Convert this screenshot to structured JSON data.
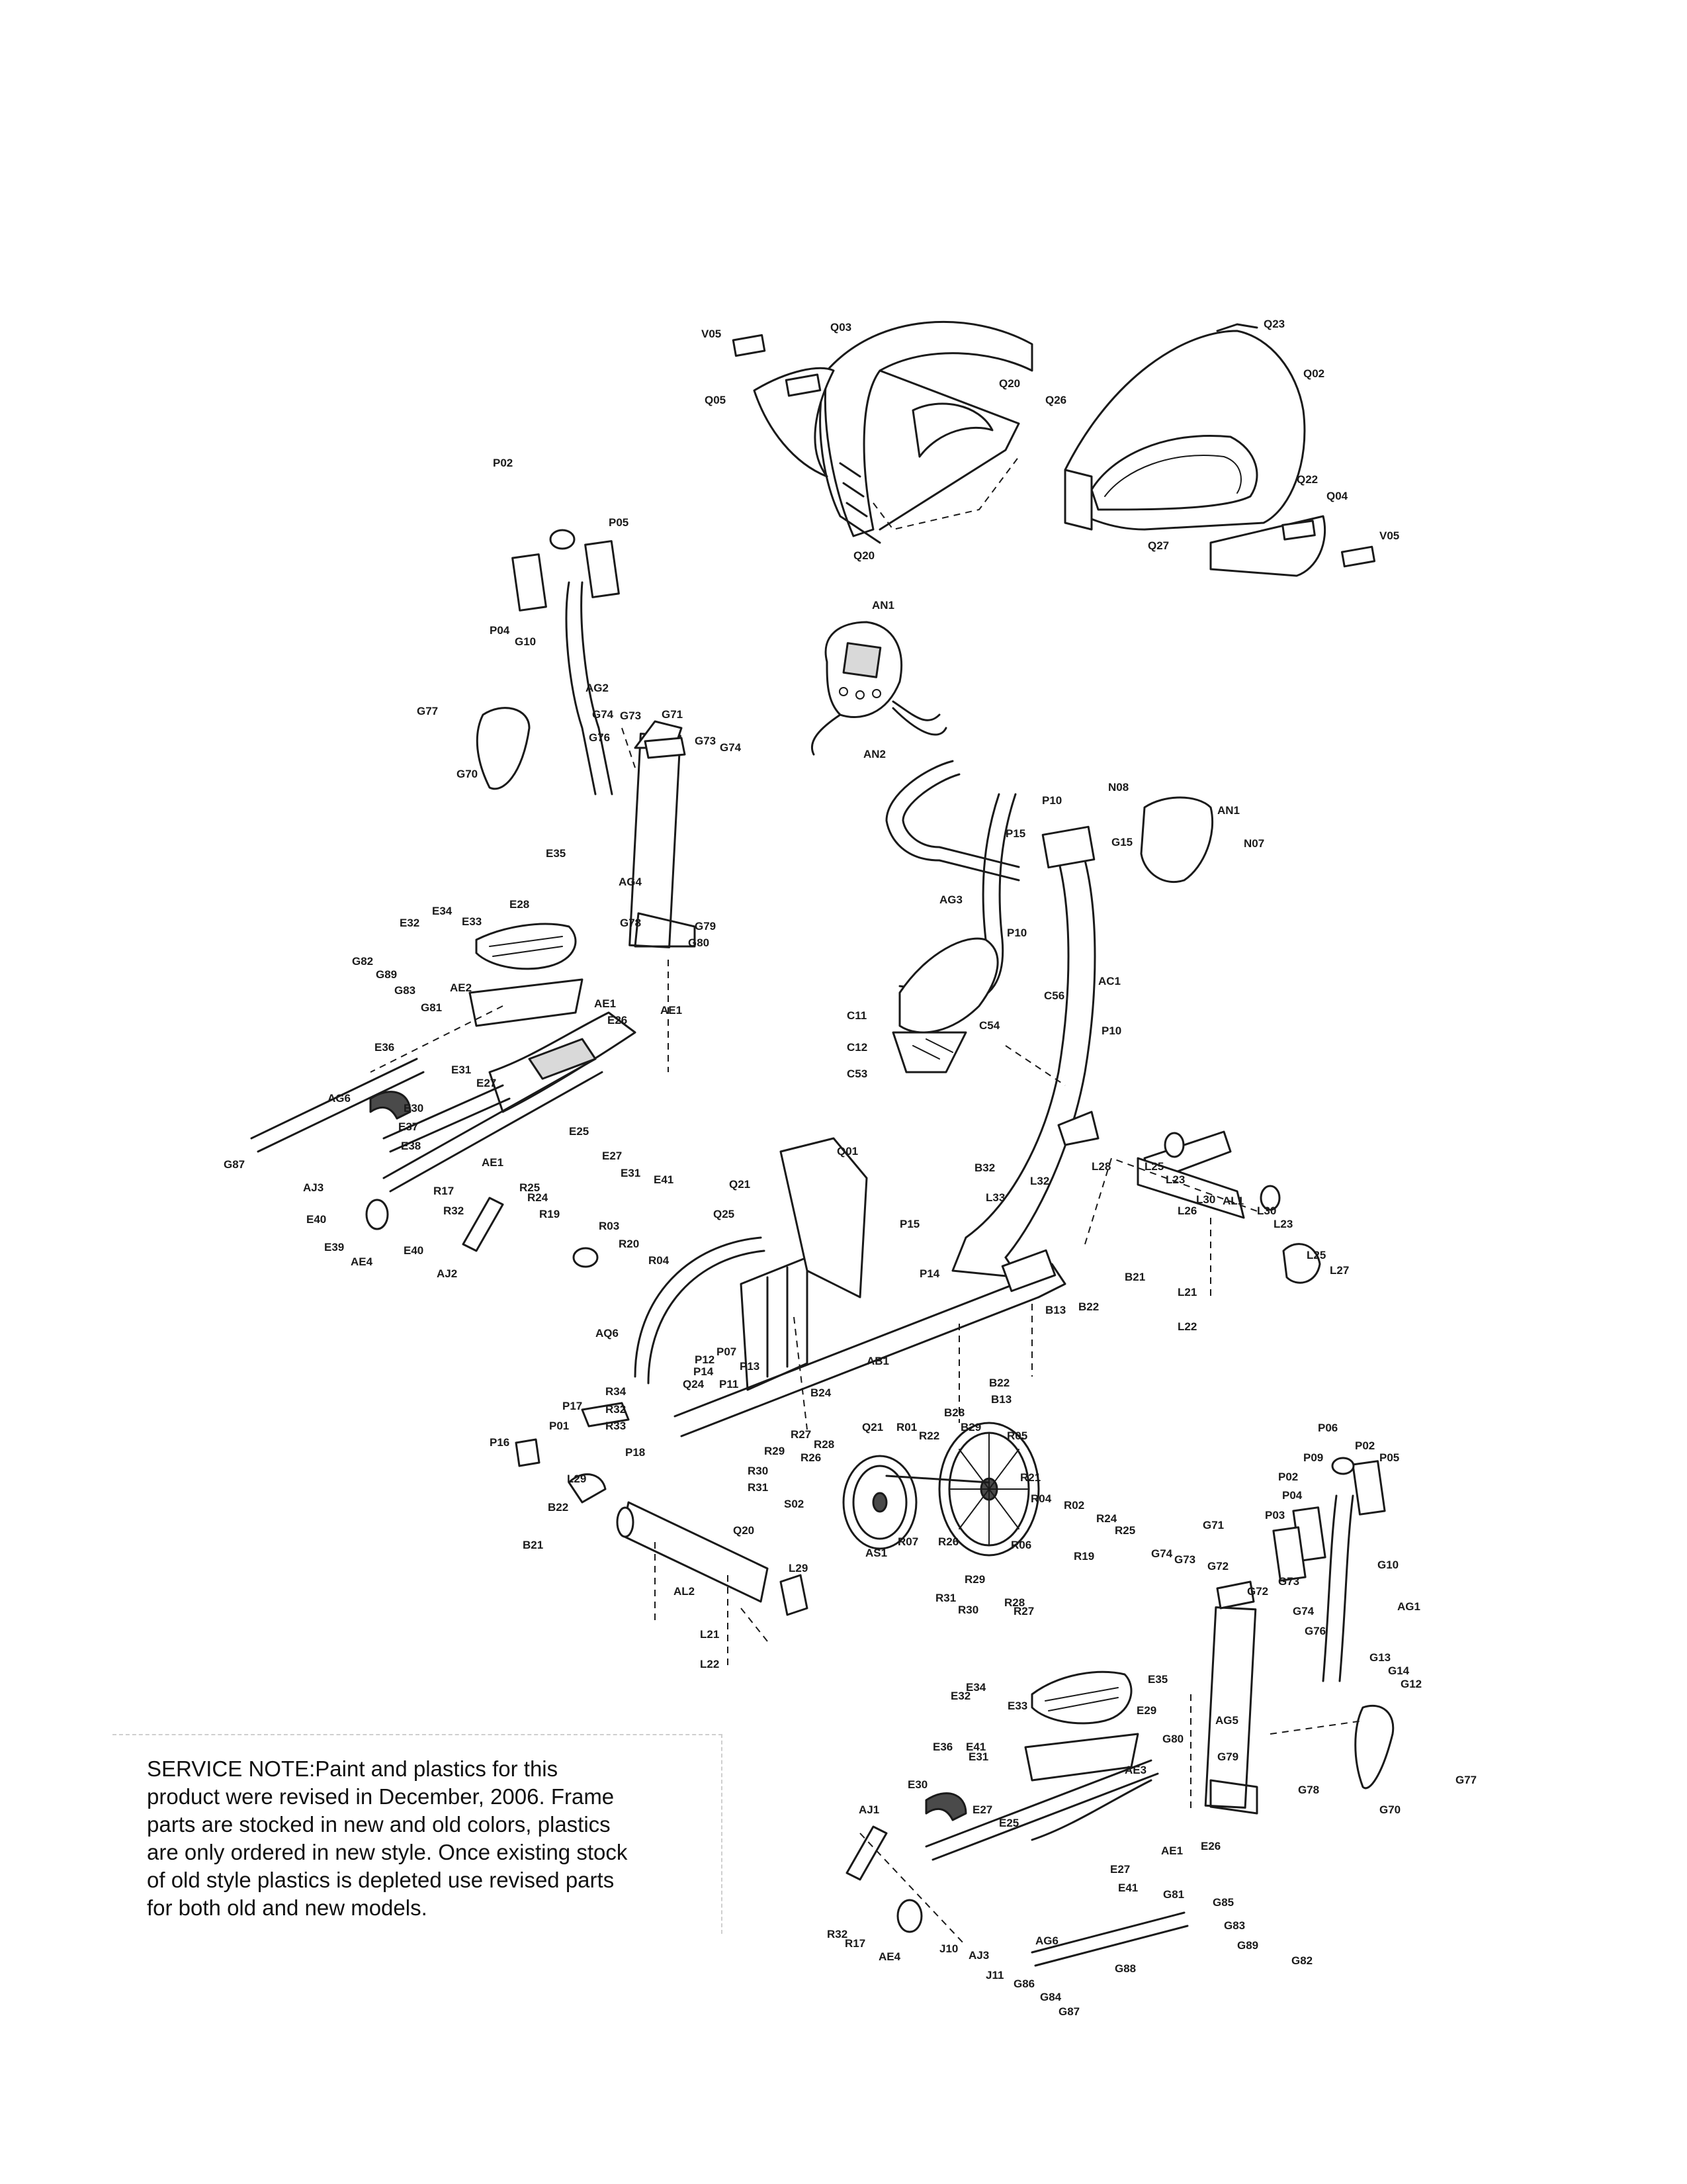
{
  "service_note": {
    "lines": [
      "SERVICE NOTE:Paint and plastics for this",
      "product were revised in December, 2006.  Frame",
      "parts are stocked in new and old colors, plastics",
      "are only ordered in new style.  Once existing stock",
      "of old style plastics is depleted use revised parts",
      "for both old and new models."
    ]
  },
  "part_labels": [
    "V05",
    "Q03",
    "Q05",
    "Q20",
    "Q20",
    "Q23",
    "Q02",
    "Q26",
    "Q22",
    "Q04",
    "V05",
    "Q27",
    "P02",
    "P05",
    "P04",
    "G10",
    "AN1",
    "AN2",
    "G77",
    "G70",
    "AG2",
    "G74",
    "G76",
    "G73",
    "G71",
    "G73",
    "G74",
    "AG4",
    "P10",
    "N08",
    "AN1",
    "N07",
    "P15",
    "G15",
    "AG3",
    "E35",
    "E34",
    "E33",
    "E28",
    "E32",
    "G78",
    "G79",
    "G80",
    "P10",
    "AC1",
    "C56",
    "C11",
    "C12",
    "C54",
    "C53",
    "P10",
    "G82",
    "G89",
    "G83",
    "G81",
    "AE2",
    "AE1",
    "E26",
    "AE1",
    "E36",
    "E31",
    "E27",
    "AG6",
    "E30",
    "E37",
    "E38",
    "G87",
    "E25",
    "E27",
    "E31",
    "E41",
    "AE1",
    "AJ3",
    "E40",
    "E39",
    "AE4",
    "E40",
    "AJ2",
    "R17",
    "R32",
    "R25",
    "R24",
    "R19",
    "R03",
    "R20",
    "R04",
    "Q01",
    "Q21",
    "Q25",
    "B32",
    "L33",
    "L32",
    "P15",
    "P14",
    "L28",
    "L25",
    "L23",
    "L30",
    "AL1",
    "L26",
    "L30",
    "L23",
    "L25",
    "L27",
    "B21",
    "B22",
    "B13",
    "L21",
    "L22",
    "AQ6",
    "P12",
    "P07",
    "P13",
    "P14",
    "Q24",
    "P11",
    "B24",
    "AB1",
    "R34",
    "R32",
    "R33",
    "P17",
    "P01",
    "P16",
    "P18",
    "B22",
    "B13",
    "B28",
    "B29",
    "Q21",
    "R01",
    "R22",
    "R05",
    "R27",
    "R28",
    "R29",
    "R26",
    "R30",
    "R31",
    "S02",
    "L29",
    "B22",
    "B21",
    "Q20",
    "AS1",
    "R07",
    "R21",
    "R04",
    "R02",
    "R06",
    "R24",
    "R25",
    "R19",
    "R26",
    "R31",
    "R30",
    "R29",
    "R28",
    "R27",
    "AL2",
    "L29",
    "L21",
    "L22",
    "P06",
    "P02",
    "P09",
    "P05",
    "P02",
    "P04",
    "P03",
    "G71",
    "G74",
    "G73",
    "G72",
    "G73",
    "G10",
    "G72",
    "G74",
    "G76",
    "AG1",
    "G13",
    "G14",
    "G12",
    "E35",
    "E34",
    "E32",
    "E33",
    "E29",
    "E36",
    "E41",
    "E31",
    "E30",
    "E27",
    "E25",
    "AE3",
    "G80",
    "AG5",
    "G79",
    "G78",
    "G77",
    "G70",
    "AJ1",
    "E26",
    "AE1",
    "E27",
    "E41",
    "G81",
    "R32",
    "R17",
    "AE4",
    "J10",
    "AJ3",
    "AG6",
    "G85",
    "G83",
    "G89",
    "G82",
    "J11",
    "G86",
    "G84",
    "G88",
    "G87"
  ]
}
